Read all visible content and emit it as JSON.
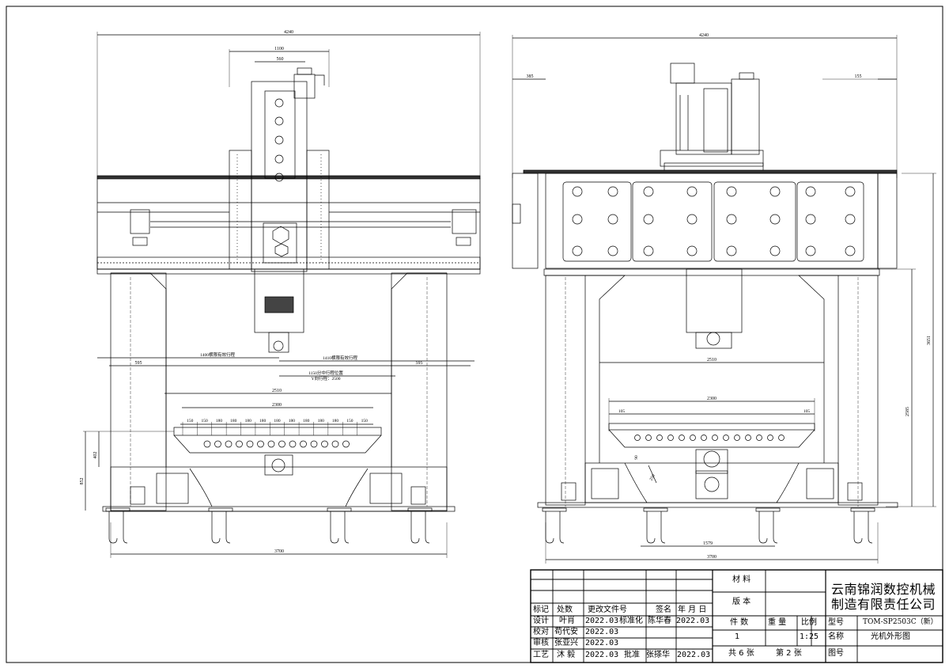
{
  "front_view": {
    "overall_width": "4240",
    "column_spacing": "1100",
    "head_width": "560",
    "x_travel_left": "1400横限有效行程",
    "x_travel_right": "1410横限有效行程",
    "center_pos": "1150分中行程位置",
    "y_travel": "Y向行程：2500",
    "side_left": "595",
    "side_right": "595",
    "inner_width": "2510",
    "table_width": "2300",
    "slot_pitches": [
      "150",
      "150",
      "180",
      "180",
      "180",
      "180",
      "180",
      "180",
      "180",
      "180",
      "180",
      "150",
      "150"
    ],
    "table_height": "402",
    "base_height": "852",
    "base_width": "3700"
  },
  "side_view": {
    "overall_width": "4240",
    "left_offset": "385",
    "right_offset": "155",
    "total_height": "3651",
    "inner_width": "2510",
    "table_width": "2300",
    "edge_left": "105",
    "edge_right": "105",
    "mid_height": "2585",
    "small_a": "90",
    "small_b": "250",
    "foot_spacing": "1579",
    "base_width": "3700"
  },
  "title_block": {
    "company_line1": "云南锦润数控机械",
    "company_line2": "制造有限责任公司",
    "material_label": "材 料",
    "version_label": "版 本",
    "qty_label": "件 数",
    "weight_label": "重 量",
    "scale_label": "比例",
    "model_label": "型号",
    "model_value": "TOM-SP2503C（新）",
    "qty_value": "1",
    "scale_value": "1:25",
    "name_label": "名称",
    "name_value": "光机外形图",
    "sheets_total": "共 6 张",
    "sheet_no": "第 2 张",
    "drawing_no_label": "图号",
    "header_mark": "标记",
    "header_count": "处数",
    "header_doc": "更改文件号",
    "header_sign": "签名",
    "header_date": "年 月 日",
    "rows": [
      {
        "role": "设计",
        "name": "叶肖",
        "date": "2022.03",
        "role2": "标准化",
        "name2": "陈华春",
        "date2": "2022.03"
      },
      {
        "role": "校对",
        "name": "苟代安",
        "date": "2022.03",
        "role2": "",
        "name2": "",
        "date2": ""
      },
      {
        "role": "审核",
        "name": "张亚兴",
        "date": "2022.03",
        "role2": "",
        "name2": "",
        "date2": ""
      },
      {
        "role": "工艺",
        "name": "沐 毅",
        "date": "2022.03",
        "role2": "批准",
        "name2": "张搽华",
        "date2": "2022.03"
      }
    ]
  }
}
